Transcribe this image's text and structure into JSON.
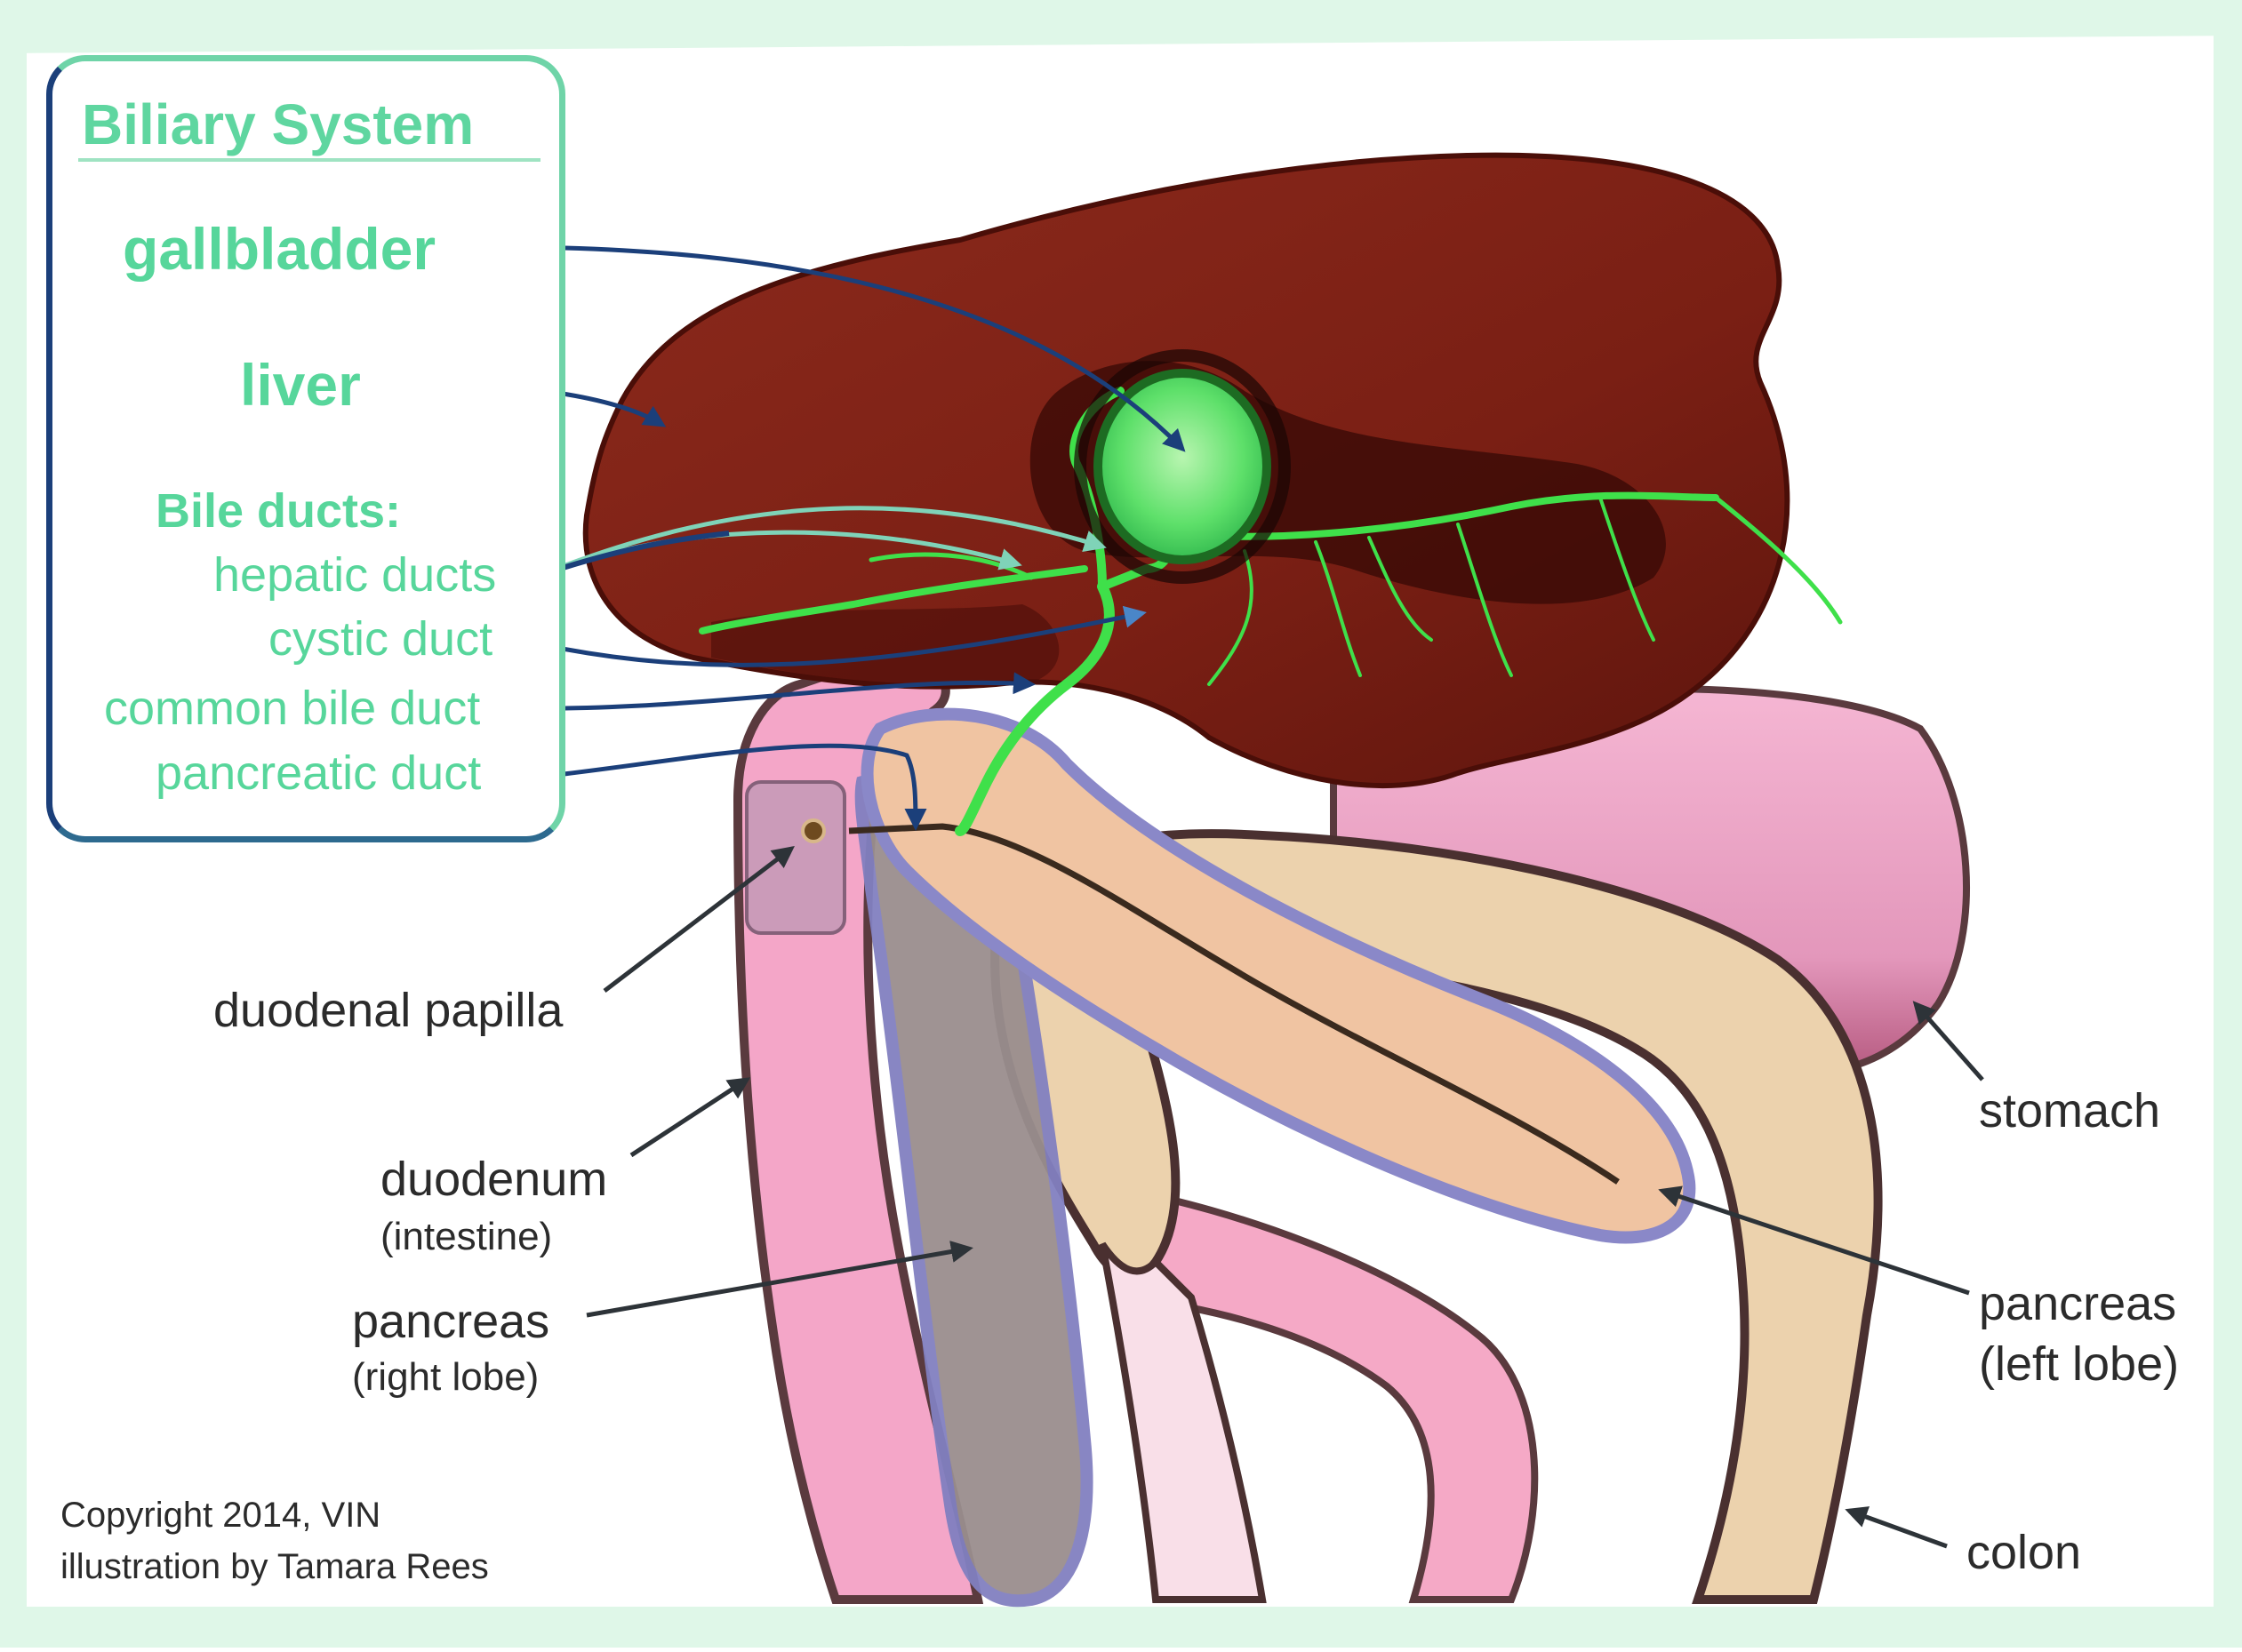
{
  "legend": {
    "title": "Biliary System",
    "gallbladder": "gallbladder",
    "liver": "liver",
    "bile_ducts": "Bile ducts:",
    "hepatic_ducts": "hepatic ducts",
    "cystic_duct": "cystic duct",
    "common_bile_duct": "common bile duct",
    "pancreatic_duct": "pancreatic duct"
  },
  "labels": {
    "duodenal_papilla": "duodenal papilla",
    "duodenum": "duodenum",
    "duodenum_note": "(intestine)",
    "pancreas_right": "pancreas",
    "pancreas_right_note": "(right lobe)",
    "stomach": "stomach",
    "pancreas_left": "pancreas",
    "pancreas_left_note": "(left lobe)",
    "colon": "colon"
  },
  "credits": {
    "line1": "Copyright 2014, VIN",
    "line2": "illustration by Tamara Rees"
  },
  "colors": {
    "frame": "#dff7e8",
    "liver": "#7a1f14",
    "liver_dark": "#4a0e08",
    "stomach": "#e79bbd",
    "duodenum": "#f1a7c8",
    "colon": "#ecd2ad",
    "pancreas": "#f0c4a2",
    "pancreas_halo": "#8a88c8",
    "duct_green": "#3fe04a",
    "gallbladder": "#5ee06a",
    "legend_green": "#57d69b",
    "arrow_navy": "#1b3f7a",
    "arrow_dark": "#2d3338"
  }
}
